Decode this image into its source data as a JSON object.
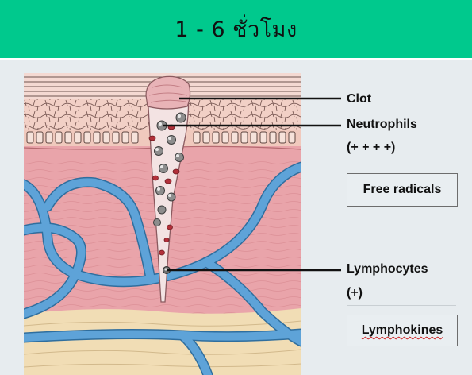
{
  "header": {
    "title": "1 - 6 ชั่วโมง",
    "background": "#00c98d"
  },
  "diagram": {
    "labels": {
      "clot": "Clot",
      "neutrophils": "Neutrophils",
      "neutrophils_level": "(+ + + +)",
      "lymphocytes": "Lymphocytes",
      "lymphocytes_level": "(+)"
    },
    "boxes": {
      "free_radicals": "Free radicals",
      "lymphokines": "Lymphokines"
    },
    "colors": {
      "dermis": "#e9a4aa",
      "epidermis": "#f3d3c8",
      "vessels": "#5a9fd4",
      "fat": "#f1ddb5",
      "neutrophil": "#8a8a8a",
      "rbc": "#b2303a",
      "clot": "#e9b5b9"
    }
  }
}
